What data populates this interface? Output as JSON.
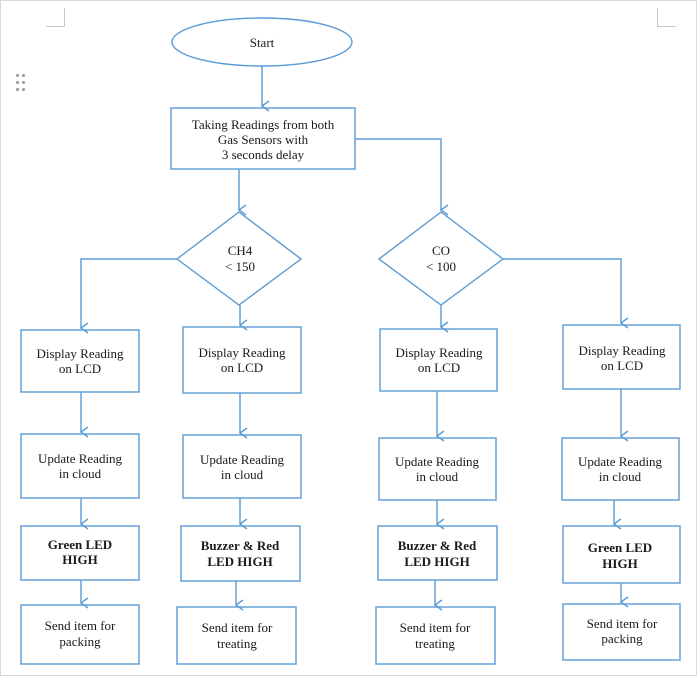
{
  "diagram": {
    "start": "Start",
    "reading": [
      "Taking Readings from both",
      "Gas Sensors with",
      "3 seconds delay"
    ],
    "decisions": {
      "ch4": [
        "CH4",
        "< 150"
      ],
      "co": [
        "CO",
        "< 100"
      ]
    },
    "columns": [
      {
        "display": [
          "Display Reading",
          "on LCD"
        ],
        "update": [
          "Update Reading",
          "in cloud"
        ],
        "action": [
          "Green LED",
          "HIGH"
        ],
        "send": [
          "Send item for",
          "packing"
        ]
      },
      {
        "display": [
          "Display Reading",
          "on LCD"
        ],
        "update": [
          "Update Reading",
          "in cloud"
        ],
        "action": [
          "Buzzer & Red",
          "LED HIGH"
        ],
        "send": [
          "Send item for",
          "treating"
        ]
      },
      {
        "display": [
          "Display Reading",
          "on LCD"
        ],
        "update": [
          "Update Reading",
          "in cloud"
        ],
        "action": [
          "Buzzer & Red",
          "LED HIGH"
        ],
        "send": [
          "Send item for",
          "treating"
        ]
      },
      {
        "display": [
          "Display Reading",
          "on LCD"
        ],
        "update": [
          "Update Reading",
          "in cloud"
        ],
        "action": [
          "Green LED",
          "HIGH"
        ],
        "send": [
          "Send item for",
          "packing"
        ]
      }
    ]
  },
  "colors": {
    "stroke": "#5b9bd5",
    "text": "#1a1a1a",
    "background": "#ffffff"
  }
}
